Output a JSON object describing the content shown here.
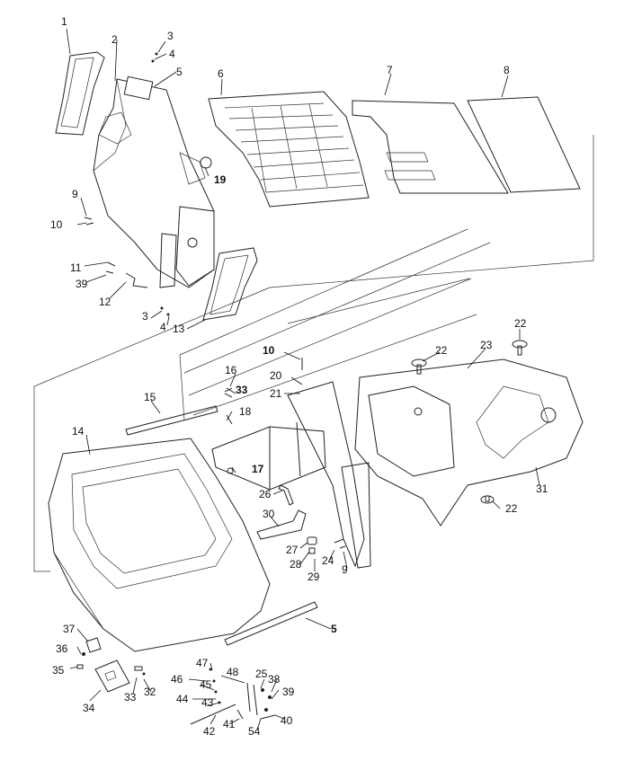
{
  "callouts": [
    {
      "id": "c1",
      "text": "1"
    },
    {
      "id": "c2",
      "text": "2"
    },
    {
      "id": "c3a",
      "text": "3"
    },
    {
      "id": "c4a",
      "text": "4"
    },
    {
      "id": "c5a",
      "text": "5"
    },
    {
      "id": "c6",
      "text": "6"
    },
    {
      "id": "c7",
      "text": "7"
    },
    {
      "id": "c8",
      "text": "8"
    },
    {
      "id": "c19",
      "text": "19"
    },
    {
      "id": "c9a",
      "text": "9"
    },
    {
      "id": "c10a",
      "text": "10"
    },
    {
      "id": "c11",
      "text": "11"
    },
    {
      "id": "c39a",
      "text": "39"
    },
    {
      "id": "c12",
      "text": "12"
    },
    {
      "id": "c3b",
      "text": "3"
    },
    {
      "id": "c4b",
      "text": "4"
    },
    {
      "id": "c13",
      "text": "13"
    },
    {
      "id": "c10b",
      "text": "10"
    },
    {
      "id": "c16",
      "text": "16"
    },
    {
      "id": "c33a",
      "text": "33"
    },
    {
      "id": "c15",
      "text": "15"
    },
    {
      "id": "c18",
      "text": "18"
    },
    {
      "id": "c14",
      "text": "14"
    },
    {
      "id": "c17",
      "text": "17"
    },
    {
      "id": "c20",
      "text": "20"
    },
    {
      "id": "c21",
      "text": "21"
    },
    {
      "id": "c22a",
      "text": "22"
    },
    {
      "id": "c22b",
      "text": "22"
    },
    {
      "id": "c23",
      "text": "23"
    },
    {
      "id": "c31",
      "text": "31"
    },
    {
      "id": "c22c",
      "text": "22"
    },
    {
      "id": "c26",
      "text": "26"
    },
    {
      "id": "c30",
      "text": "30"
    },
    {
      "id": "c27",
      "text": "27"
    },
    {
      "id": "c28",
      "text": "28"
    },
    {
      "id": "c29",
      "text": "29"
    },
    {
      "id": "c24",
      "text": "24"
    },
    {
      "id": "c9b",
      "text": "9"
    },
    {
      "id": "c5b",
      "text": "5"
    },
    {
      "id": "c37",
      "text": "37"
    },
    {
      "id": "c36",
      "text": "36"
    },
    {
      "id": "c35",
      "text": "35"
    },
    {
      "id": "c34",
      "text": "34"
    },
    {
      "id": "c33b",
      "text": "33"
    },
    {
      "id": "c32",
      "text": "32"
    },
    {
      "id": "c47",
      "text": "47"
    },
    {
      "id": "c48",
      "text": "48"
    },
    {
      "id": "c46",
      "text": "46"
    },
    {
      "id": "c45",
      "text": "45"
    },
    {
      "id": "c44",
      "text": "44"
    },
    {
      "id": "c43",
      "text": "43"
    },
    {
      "id": "c42",
      "text": "42"
    },
    {
      "id": "c41",
      "text": "41"
    },
    {
      "id": "c25",
      "text": "25"
    },
    {
      "id": "c38",
      "text": "38"
    },
    {
      "id": "c39b",
      "text": "39"
    },
    {
      "id": "c54",
      "text": "54"
    },
    {
      "id": "c40",
      "text": "40"
    }
  ],
  "colors": {
    "line": "#222222",
    "background": "#ffffff"
  }
}
